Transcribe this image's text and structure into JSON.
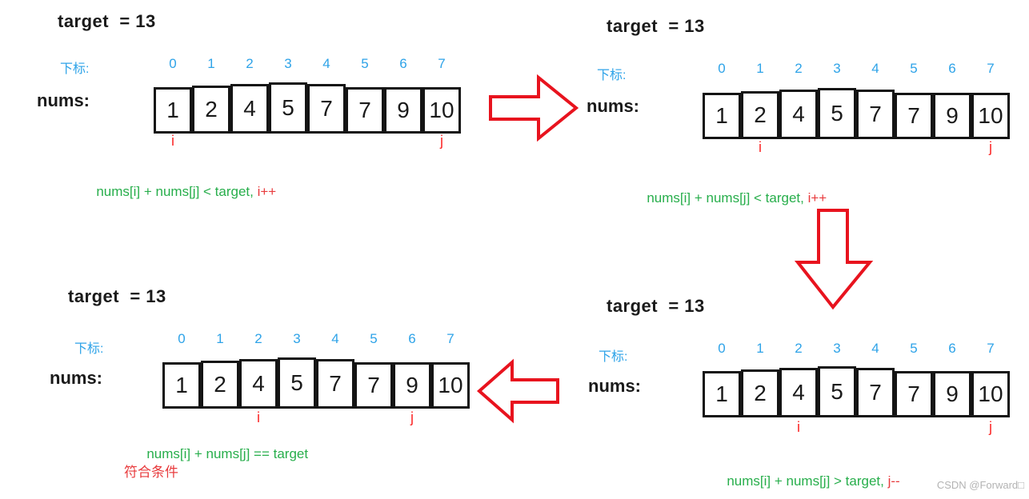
{
  "colors": {
    "blue": "#2EA3E8",
    "green": "#27AE4B",
    "red": "#E83B3D",
    "marker-red": "#FB2A2A",
    "arrow-red": "#E8131E",
    "ink": "#1A1A1A"
  },
  "shared": {
    "target_text": "target  = 13",
    "index_label": "下标:",
    "nums_label": "nums:",
    "indices": [
      "0",
      "1",
      "2",
      "3",
      "4",
      "5",
      "6",
      "7"
    ],
    "values": [
      "1",
      "2",
      "4",
      "5",
      "7",
      "7",
      "9",
      "10"
    ],
    "i_marker": "i",
    "j_marker": "j"
  },
  "panels": [
    {
      "name": "top-left",
      "i_index": 0,
      "j_index": 7,
      "condition": {
        "green": "nums[i] + nums[j] < target,",
        "red": " i++"
      }
    },
    {
      "name": "top-right",
      "i_index": 1,
      "j_index": 7,
      "condition": {
        "green": "nums[i] + nums[j] < target,",
        "red": " i++"
      }
    },
    {
      "name": "bottom-left",
      "i_index": 2,
      "j_index": 6,
      "condition": {
        "green": "nums[i] + nums[j] == target",
        "red": ""
      },
      "result_text": "符合条件"
    },
    {
      "name": "bottom-right",
      "i_index": 2,
      "j_index": 7,
      "condition": {
        "green": "nums[i] + nums[j] > target,",
        "red": " j--"
      }
    }
  ],
  "arrows": [
    {
      "name": "right-arrow"
    },
    {
      "name": "down-arrow"
    },
    {
      "name": "left-arrow"
    }
  ],
  "watermark": "CSDN @Forward□"
}
